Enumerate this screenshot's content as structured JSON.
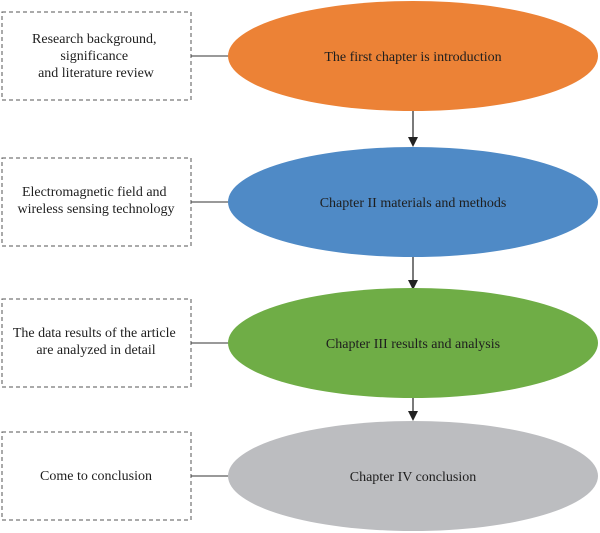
{
  "notes": [
    {
      "lines": [
        "Research background,",
        "significance",
        "and literature review"
      ]
    },
    {
      "lines": [
        "Electromagnetic field and",
        "wireless sensing technology"
      ]
    },
    {
      "lines": [
        "The data results of the article",
        "are analyzed in detail"
      ]
    },
    {
      "lines": [
        "Come to conclusion"
      ]
    }
  ],
  "chapters": [
    {
      "label": "The first chapter is introduction",
      "color": "#ec8236"
    },
    {
      "label": "Chapter II materials and methods",
      "color": "#4f8ac6"
    },
    {
      "label": "Chapter III results and analysis",
      "color": "#6fad46"
    },
    {
      "label": "Chapter IV conclusion",
      "color": "#bcbdc0"
    }
  ]
}
